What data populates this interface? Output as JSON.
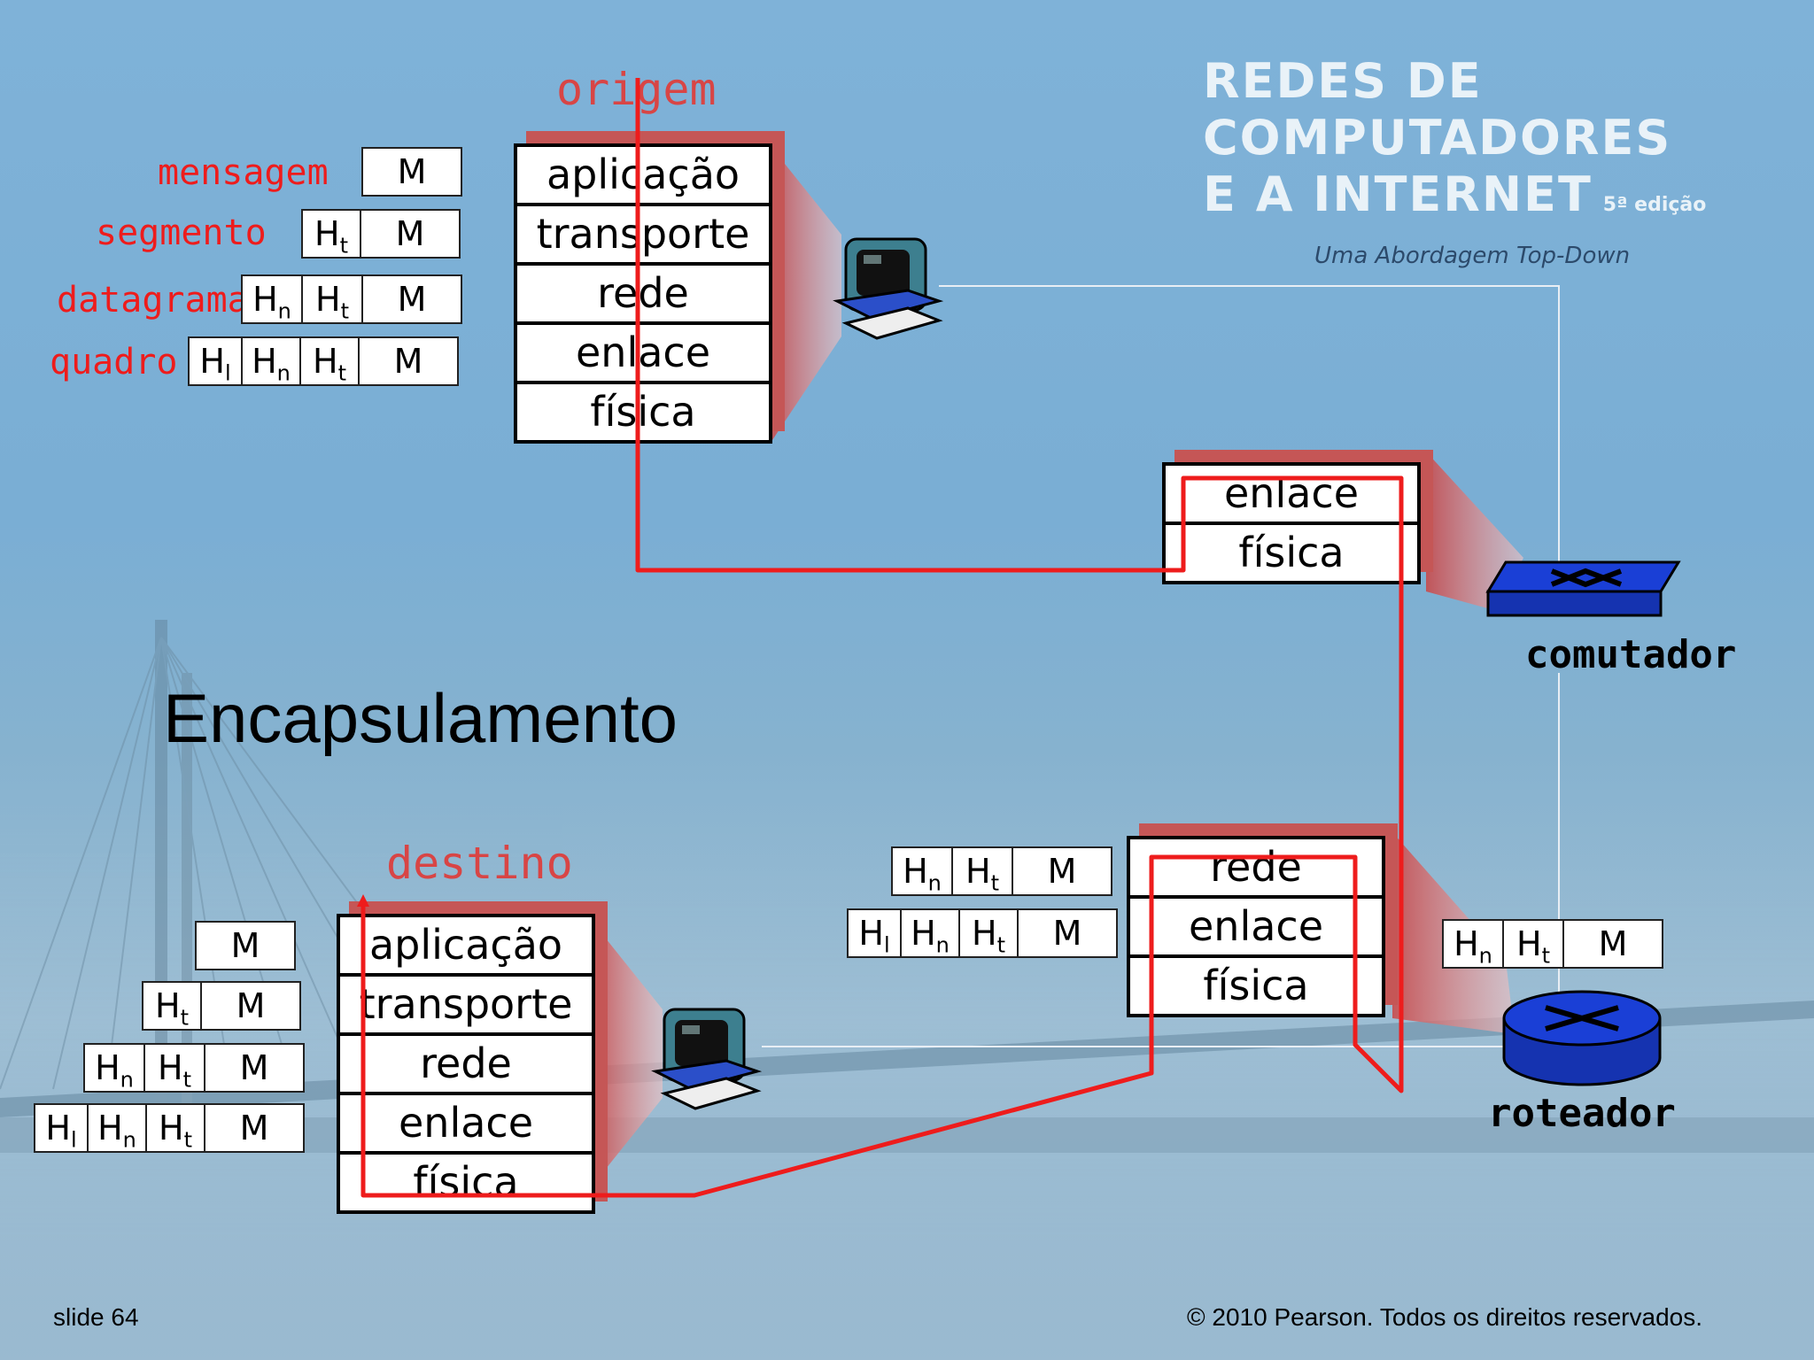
{
  "book": {
    "line1": "REDES DE",
    "line2": "COMPUTADORES",
    "line3": "E A INTERNET",
    "edition": "5ª edição",
    "subtitle": "Uma Abordagem Top-Down"
  },
  "slide_title": "Encapsulamento",
  "source": {
    "label": "origem",
    "layers": [
      "aplicação",
      "transporte",
      "rede",
      "enlace",
      "física"
    ]
  },
  "destination": {
    "label": "destino",
    "layers": [
      "aplicação",
      "transporte",
      "rede",
      "enlace",
      "física"
    ]
  },
  "switch": {
    "label": "comutador",
    "layers": [
      "enlace",
      "física"
    ]
  },
  "router": {
    "label": "roteador",
    "layers": [
      "rede",
      "enlace",
      "física"
    ]
  },
  "pdu_labels": {
    "message": "mensagem",
    "segment": "segmento",
    "datagram": "datagrama",
    "frame": "quadro"
  },
  "headers": {
    "M": "M",
    "H": "H",
    "t": "t",
    "n": "n",
    "l": "l"
  },
  "footer": {
    "slide": "slide 64",
    "copyright": "© 2010 Pearson. Todos os direitos reservados."
  },
  "colors": {
    "path": "#ee1c1c",
    "stack_shadow": "#c55656",
    "device_blue": "#1a3fd6"
  }
}
